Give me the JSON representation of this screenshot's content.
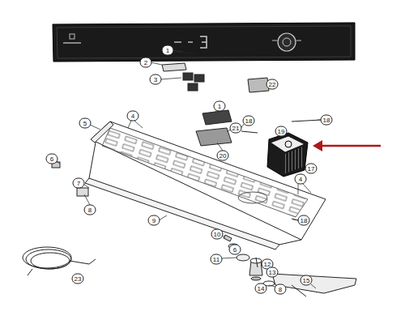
{
  "diagram": {
    "labels": [
      "1",
      "2",
      "3",
      "1",
      "22",
      "4",
      "5",
      "19",
      "18",
      "18",
      "21",
      "20",
      "17",
      "6",
      "7",
      "4",
      "8",
      "9",
      "18",
      "10",
      "6",
      "11",
      "12",
      "13",
      "14",
      "8",
      "15",
      "23"
    ]
  }
}
